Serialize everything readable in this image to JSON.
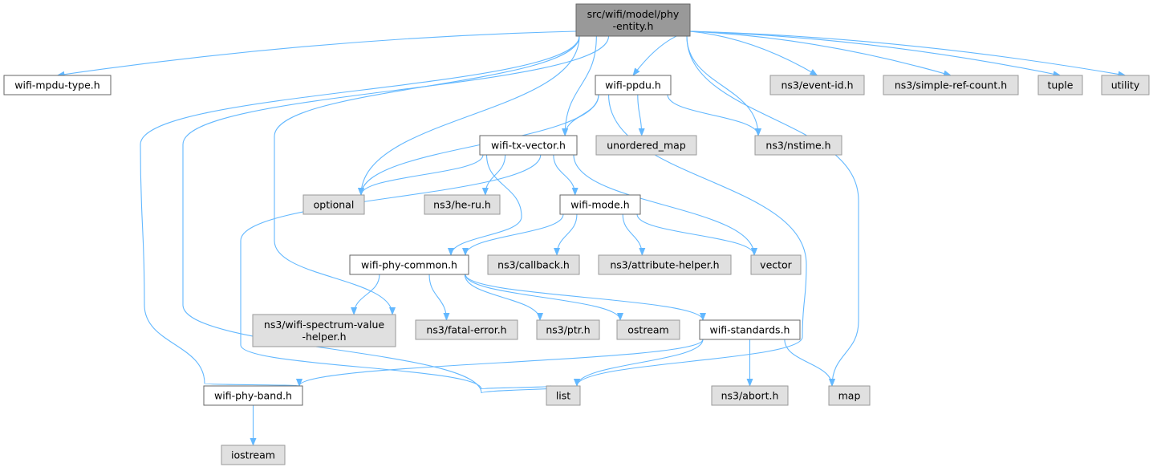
{
  "colors": {
    "root_fill": "#999999",
    "root_stroke": "#666666",
    "file_fill": "#ffffff",
    "file_stroke": "#666666",
    "system_fill": "#e0e0e0",
    "system_stroke": "#999999",
    "edge": "#63b8ff"
  },
  "nodes": [
    {
      "id": "root",
      "lines": [
        "src/wifi/model/phy",
        "-entity.h"
      ],
      "kind": "root"
    },
    {
      "id": "wifi_mpdu_type",
      "lines": [
        "wifi-mpdu-type.h"
      ],
      "kind": "file"
    },
    {
      "id": "wifi_ppdu",
      "lines": [
        "wifi-ppdu.h"
      ],
      "kind": "file"
    },
    {
      "id": "event_id",
      "lines": [
        "ns3/event-id.h"
      ],
      "kind": "system"
    },
    {
      "id": "simple_ref_count",
      "lines": [
        "ns3/simple-ref-count.h"
      ],
      "kind": "system"
    },
    {
      "id": "tuple",
      "lines": [
        "tuple"
      ],
      "kind": "system"
    },
    {
      "id": "utility",
      "lines": [
        "utility"
      ],
      "kind": "system"
    },
    {
      "id": "wifi_tx_vector",
      "lines": [
        "wifi-tx-vector.h"
      ],
      "kind": "file"
    },
    {
      "id": "unordered_map",
      "lines": [
        "unordered_map"
      ],
      "kind": "system"
    },
    {
      "id": "nstime",
      "lines": [
        "ns3/nstime.h"
      ],
      "kind": "system"
    },
    {
      "id": "optional",
      "lines": [
        "optional"
      ],
      "kind": "system"
    },
    {
      "id": "he_ru",
      "lines": [
        "ns3/he-ru.h"
      ],
      "kind": "system"
    },
    {
      "id": "wifi_mode",
      "lines": [
        "wifi-mode.h"
      ],
      "kind": "file"
    },
    {
      "id": "wifi_phy_common",
      "lines": [
        "wifi-phy-common.h"
      ],
      "kind": "file"
    },
    {
      "id": "callback",
      "lines": [
        "ns3/callback.h"
      ],
      "kind": "system"
    },
    {
      "id": "attribute_helper",
      "lines": [
        "ns3/attribute-helper.h"
      ],
      "kind": "system"
    },
    {
      "id": "vector",
      "lines": [
        "vector"
      ],
      "kind": "system"
    },
    {
      "id": "spectrum_value_helper",
      "lines": [
        "ns3/wifi-spectrum-value",
        "-helper.h"
      ],
      "kind": "system"
    },
    {
      "id": "fatal_error",
      "lines": [
        "ns3/fatal-error.h"
      ],
      "kind": "system"
    },
    {
      "id": "ptr",
      "lines": [
        "ns3/ptr.h"
      ],
      "kind": "system"
    },
    {
      "id": "ostream",
      "lines": [
        "ostream"
      ],
      "kind": "system"
    },
    {
      "id": "wifi_standards",
      "lines": [
        "wifi-standards.h"
      ],
      "kind": "file"
    },
    {
      "id": "wifi_phy_band",
      "lines": [
        "wifi-phy-band.h"
      ],
      "kind": "file"
    },
    {
      "id": "list",
      "lines": [
        "list"
      ],
      "kind": "system"
    },
    {
      "id": "abort",
      "lines": [
        "ns3/abort.h"
      ],
      "kind": "system"
    },
    {
      "id": "map",
      "lines": [
        "map"
      ],
      "kind": "system"
    },
    {
      "id": "iostream",
      "lines": [
        "iostream"
      ],
      "kind": "system"
    }
  ],
  "edges": [
    {
      "from": "root",
      "to": "wifi_mpdu_type"
    },
    {
      "from": "root",
      "to": "wifi_ppdu"
    },
    {
      "from": "root",
      "to": "event_id"
    },
    {
      "from": "root",
      "to": "simple_ref_count"
    },
    {
      "from": "root",
      "to": "tuple"
    },
    {
      "from": "root",
      "to": "utility"
    },
    {
      "from": "root",
      "to": "wifi_tx_vector"
    },
    {
      "from": "root",
      "to": "nstime"
    },
    {
      "from": "root",
      "to": "optional"
    },
    {
      "from": "root",
      "to": "spectrum_value_helper"
    },
    {
      "from": "root",
      "to": "wifi_phy_band"
    },
    {
      "from": "root",
      "to": "list"
    },
    {
      "from": "root",
      "to": "map"
    },
    {
      "from": "wifi_ppdu",
      "to": "wifi_tx_vector"
    },
    {
      "from": "wifi_ppdu",
      "to": "unordered_map"
    },
    {
      "from": "wifi_ppdu",
      "to": "nstime"
    },
    {
      "from": "wifi_ppdu",
      "to": "optional"
    },
    {
      "from": "wifi_ppdu",
      "to": "list"
    },
    {
      "from": "wifi_tx_vector",
      "to": "optional"
    },
    {
      "from": "wifi_tx_vector",
      "to": "he_ru"
    },
    {
      "from": "wifi_tx_vector",
      "to": "wifi_mode"
    },
    {
      "from": "wifi_tx_vector",
      "to": "wifi_phy_common"
    },
    {
      "from": "wifi_tx_vector",
      "to": "vector"
    },
    {
      "from": "wifi_tx_vector",
      "to": "list"
    },
    {
      "from": "wifi_mode",
      "to": "wifi_phy_common"
    },
    {
      "from": "wifi_mode",
      "to": "callback"
    },
    {
      "from": "wifi_mode",
      "to": "attribute_helper"
    },
    {
      "from": "wifi_mode",
      "to": "vector"
    },
    {
      "from": "wifi_phy_common",
      "to": "spectrum_value_helper"
    },
    {
      "from": "wifi_phy_common",
      "to": "fatal_error"
    },
    {
      "from": "wifi_phy_common",
      "to": "ptr"
    },
    {
      "from": "wifi_phy_common",
      "to": "ostream"
    },
    {
      "from": "wifi_phy_common",
      "to": "wifi_standards"
    },
    {
      "from": "wifi_standards",
      "to": "wifi_phy_band"
    },
    {
      "from": "wifi_standards",
      "to": "list"
    },
    {
      "from": "wifi_standards",
      "to": "abort"
    },
    {
      "from": "wifi_standards",
      "to": "map"
    },
    {
      "from": "wifi_phy_band",
      "to": "iostream"
    }
  ]
}
